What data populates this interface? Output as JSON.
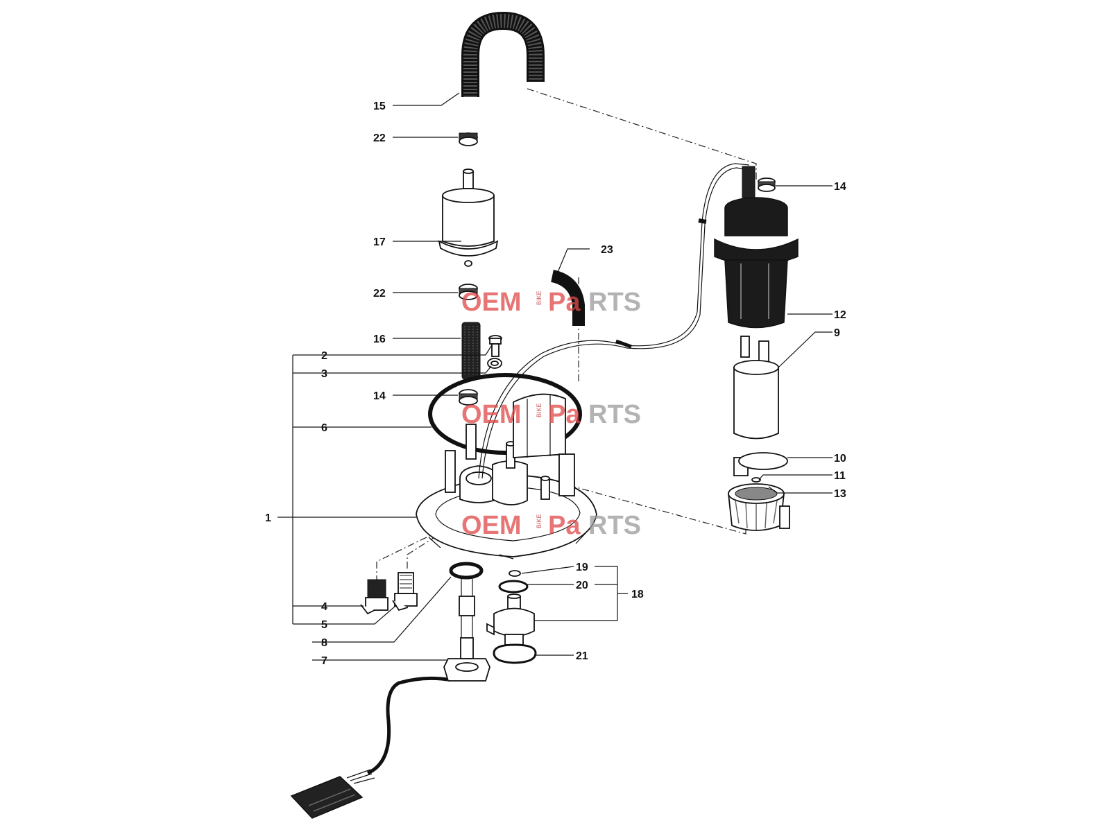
{
  "labels": {
    "1": "1",
    "2": "2",
    "3": "3",
    "4": "4",
    "5": "5",
    "6": "6",
    "7": "7",
    "8": "8",
    "9": "9",
    "10": "10",
    "11": "11",
    "12": "12",
    "13": "13",
    "14a": "14",
    "14b": "14",
    "15": "15",
    "16": "16",
    "17": "17",
    "18": "18",
    "19": "19",
    "20": "20",
    "21": "21",
    "22a": "22",
    "22b": "22",
    "23": "23"
  },
  "watermark": {
    "part1": "OEM",
    "part2": "BIKE",
    "part3": "Pa",
    "part4": "RTS"
  }
}
